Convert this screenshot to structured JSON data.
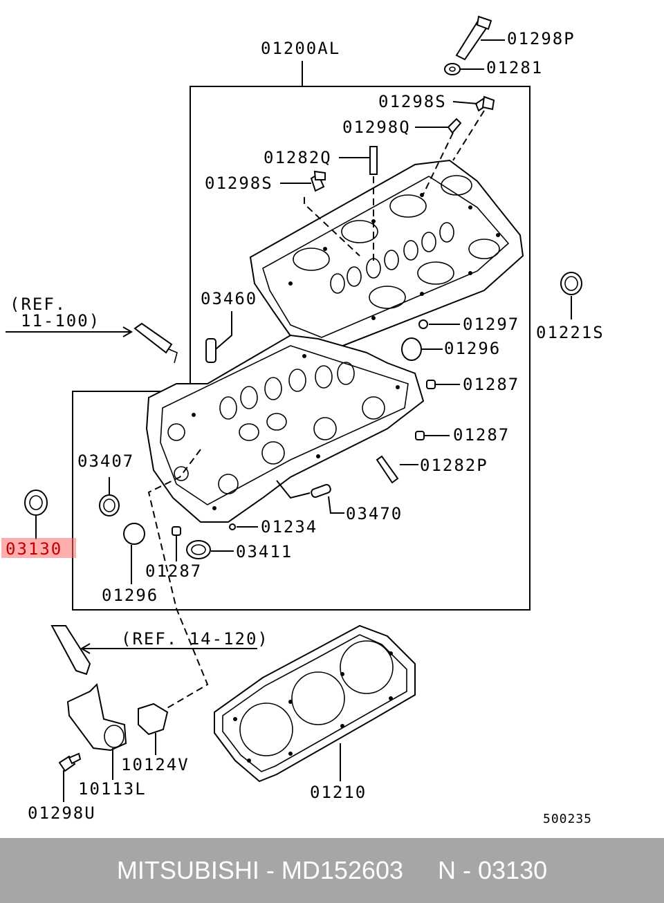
{
  "labels": {
    "l01200AL": "01200AL",
    "l01298P": "01298P",
    "l01281": "01281",
    "l01298S_top": "01298S",
    "l01298Q": "01298Q",
    "l01282Q": "01282Q",
    "l01298S_left": "01298S",
    "ref1_a": "(REF.",
    "ref1_b": "11-100)",
    "l03460": "03460",
    "l01221S": "01221S",
    "l01297": "01297",
    "l01296_right": "01296",
    "l01287_a": "01287",
    "l01287_b": "01287",
    "l01282P": "01282P",
    "l03407": "03407",
    "l03470": "03470",
    "l03130": "03130",
    "l01234": "01234",
    "l03411": "03411",
    "l01287_c": "01287",
    "l01296_left": "01296",
    "ref2": "(REF. 14-120)",
    "l10124V": "10124V",
    "l10113L": "10113L",
    "l01210": "01210",
    "l01298U": "01298U",
    "code": "500235"
  },
  "highlight": {
    "part": "03130",
    "color": "#ff6b6b"
  },
  "footer": {
    "text": "MITSUBISHI - MD152603     N - 03130",
    "background": "#a6a6a6"
  }
}
